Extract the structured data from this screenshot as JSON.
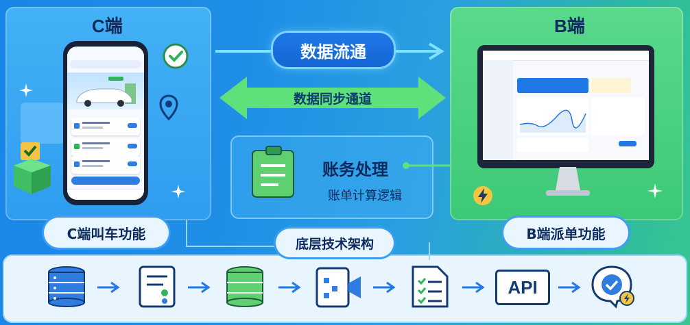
{
  "c_side": {
    "title": "C端",
    "caption": "C端叫车功能"
  },
  "b_side": {
    "title": "B端",
    "caption": "B端派单功能"
  },
  "flow": {
    "data_flow": "数据流通",
    "sync_channel": "数据同步通道"
  },
  "accounting": {
    "title": "账务处理",
    "subtitle": "账单计算逻辑"
  },
  "infra": {
    "title": "底层技术架构",
    "api_label": "API"
  },
  "icons": [
    "check-bubble-icon",
    "location-pin-icon",
    "sparkle-icon",
    "database-icon",
    "document-icon",
    "clipboard-icon",
    "code-file-icon",
    "checklist-icon",
    "api-chip-icon",
    "verified-chat-icon",
    "lightning-icon"
  ],
  "colors": {
    "c_panel": "#2f9df0",
    "b_panel": "#3cc977",
    "pill_blue": "#1466d4",
    "bottom_bg": "#e8f5ff",
    "sync_arrow": "#5ee07a"
  }
}
